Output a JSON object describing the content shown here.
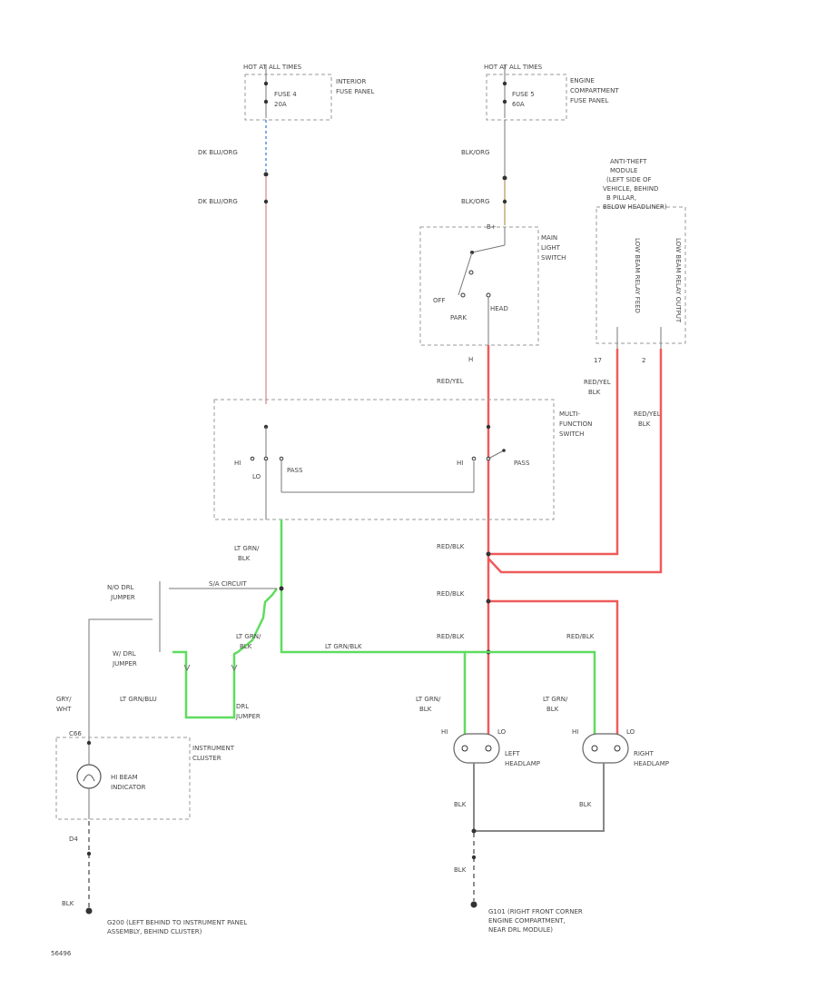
{
  "fuse_left": {
    "header": "HOT AT ALL TIMES",
    "fuse": [
      "FUSE 4",
      "20A"
    ],
    "panel": [
      "INTERIOR",
      "FUSE PANEL"
    ]
  },
  "fuse_right": {
    "header": "HOT AT ALL TIMES",
    "fuse": [
      "FUSE 5",
      "60A"
    ],
    "panel": [
      "ENGINE",
      "COMPARTMENT",
      "FUSE PANEL"
    ]
  },
  "wires_left": [
    "DK BLU/ORG",
    "DK BLU/ORG"
  ],
  "wires_right": [
    "BLK/ORG",
    "BLK/ORG"
  ],
  "antitheft": {
    "title": [
      "ANTI-THEFT",
      "MODULE",
      "(LEFT SIDE OF",
      "VEHICLE, BEHIND",
      "B PILLAR,",
      "BELOW HEADLINER)"
    ],
    "pins": [
      "LOW BEAM RELAY FEED",
      "LOW BEAM RELAY OUTPUT"
    ],
    "pin_nums": [
      "17",
      "2"
    ],
    "wire1": [
      "RED/YEL",
      "BLK"
    ],
    "wire2": [
      "RED/YEL",
      "BLK"
    ]
  },
  "main_light_switch": {
    "title": [
      "MAIN",
      "LIGHT",
      "SWITCH"
    ],
    "off": "OFF",
    "park": "PARK",
    "head": "HEAD",
    "pin_top": "B+",
    "pin_bottom": "H"
  },
  "multi_function_switch": {
    "title": [
      "MULTI-",
      "FUNCTION",
      "SWITCH"
    ],
    "hi_left": "HI",
    "lo": "LO",
    "pass_left": "PASS",
    "hi_right": "HI",
    "pass_right": "PASS"
  },
  "labels": {
    "red_yel": "RED/YEL",
    "red_blk_1": "RED/BLK",
    "red_blk_2": "RED/BLK",
    "red_blk_3": "RED/BLK",
    "red_blk_4": "RED/BLK",
    "lt_grn_blk_top": [
      "LT GRN/",
      "BLK"
    ],
    "lt_grn_blk_mid": [
      "LT GRN/",
      "BLK"
    ],
    "lt_grn_blk_left_hl": [
      "LT GRN/",
      "BLK"
    ],
    "lt_grn_blk_right_hl": [
      "LT GRN/",
      "BLK"
    ],
    "lt_grn_blk_bus": "LT GRN/BLK",
    "lt_grn_blu": "LT GRN/BLU",
    "drl_jumper": [
      "DRL",
      "JUMPER"
    ],
    "n_drl_jumper": [
      "N/O DRL",
      "JUMPER"
    ],
    "w_drl_jumper": [
      "W/ DRL",
      "JUMPER"
    ],
    "s_circuit": "S/A CIRCUIT",
    "gry_wht": [
      "GRY/",
      "WHT"
    ],
    "cluster_pin_top": "C66",
    "cluster_pin_bottom": "D4",
    "blk_left": "BLK",
    "blk_hl_left": "BLK",
    "blk_hl_right": "BLK",
    "blk_bottom": "BLK",
    "figure_code": "56496"
  },
  "instrument_cluster": {
    "title": [
      "INSTRUMENT",
      "CLUSTER"
    ],
    "indicator": [
      "HI BEAM",
      "INDICATOR"
    ]
  },
  "left_headlamp": {
    "title": [
      "LEFT",
      "HEADLAMP"
    ],
    "pins": [
      "HI",
      "LO"
    ]
  },
  "right_headlamp": {
    "title": [
      "RIGHT",
      "HEADLAMP"
    ],
    "pins": [
      "HI",
      "LO"
    ]
  },
  "ground_left": [
    "G200 (LEFT BEHIND TO INSTRUMENT PANEL",
    "ASSEMBLY, BEHIND CLUSTER)"
  ],
  "ground_right": [
    "G101 (RIGHT FRONT CORNER",
    "ENGINE COMPARTMENT,",
    "NEAR DRL MODULE)"
  ]
}
